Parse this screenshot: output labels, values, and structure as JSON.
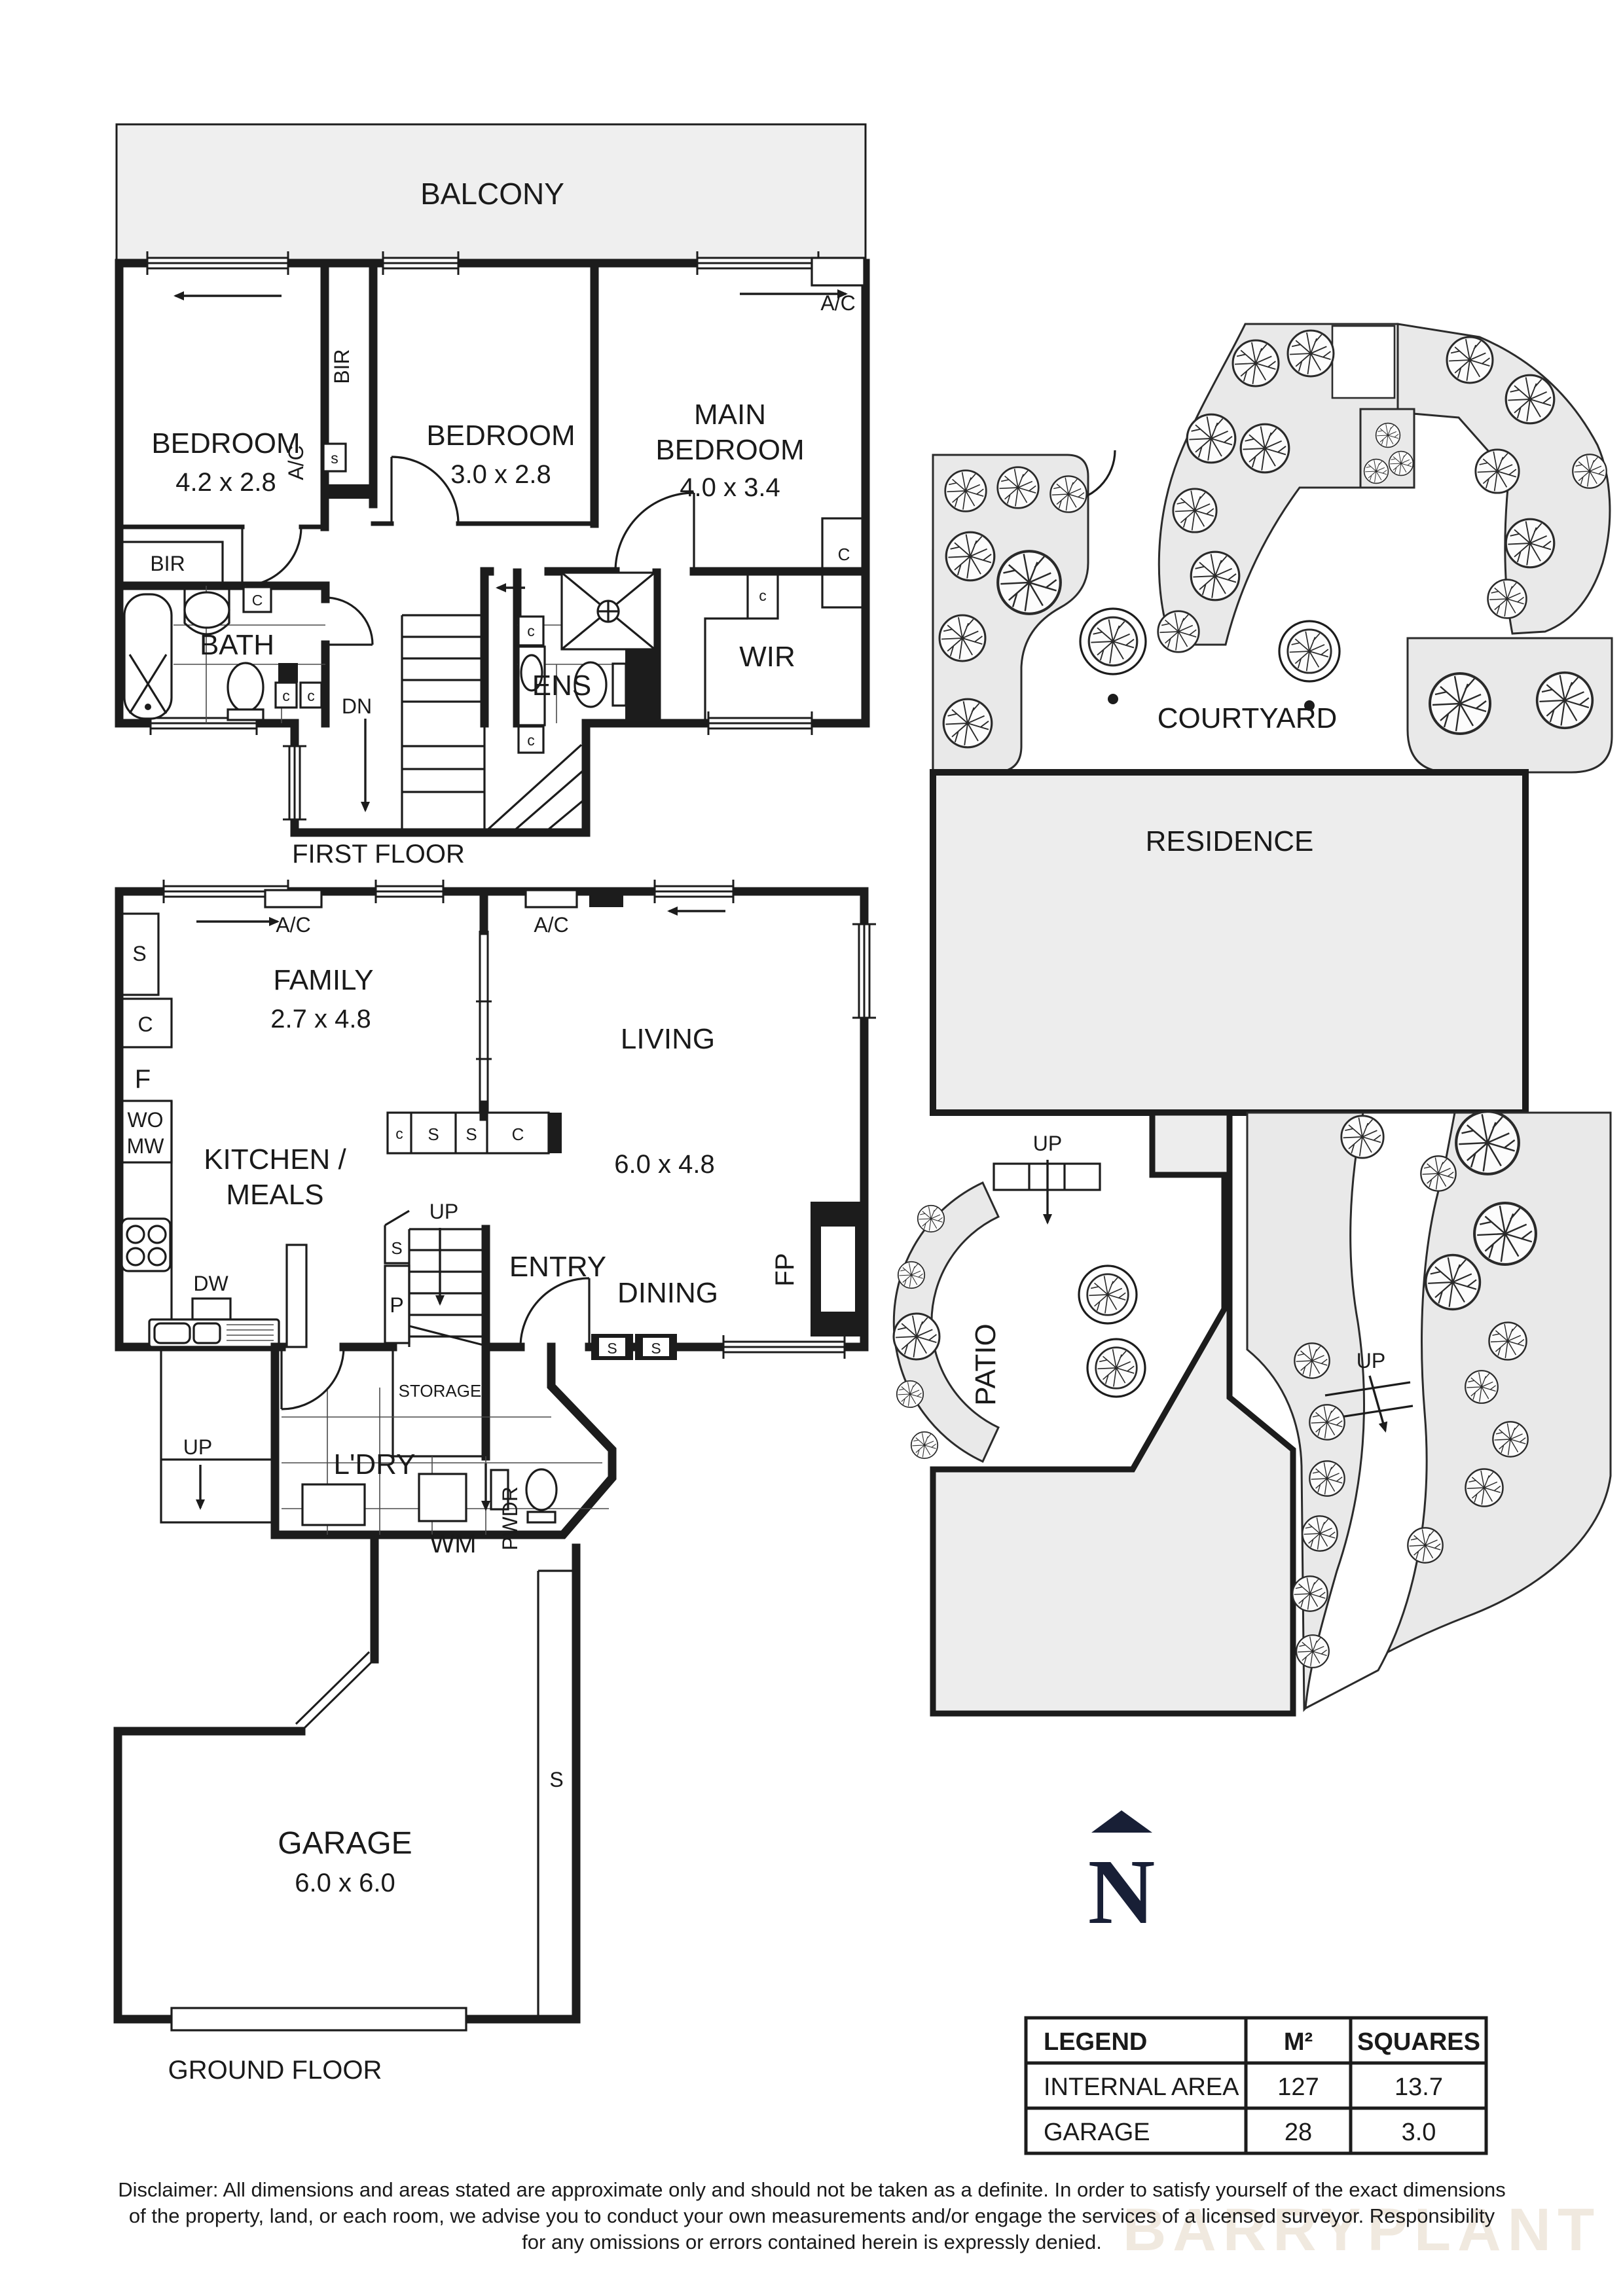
{
  "floor_plan": {
    "first_floor": {
      "title": "FIRST FLOOR",
      "balcony": "BALCONY",
      "bedroom1": {
        "name": "BEDROOM",
        "dims": "4.2 x 2.8"
      },
      "bedroom2": {
        "name": "BEDROOM",
        "dims": "3.0 x 2.8"
      },
      "main_bedroom": {
        "line1": "MAIN",
        "line2": "BEDROOM",
        "dims": "4.0 x 3.4"
      },
      "bath": "BATH",
      "ens": "ENS",
      "wir": "WIR",
      "bir": "BIR",
      "dn": "DN"
    },
    "ground_floor": {
      "title": "GROUND FLOOR",
      "family": {
        "name": "FAMILY",
        "dims": "2.7 x 4.8"
      },
      "living": {
        "name": "LIVING",
        "dims": "6.0 x 4.8"
      },
      "dining": "DINING",
      "entry": "ENTRY",
      "kitchen": {
        "line1": "KITCHEN /",
        "line2": "MEALS"
      },
      "storage": "STORAGE",
      "laundry": "L'DRY",
      "powder": "PWDR",
      "garage": {
        "name": "GARAGE",
        "dims": "6.0 x 6.0"
      }
    },
    "site": {
      "courtyard": "COURTYARD",
      "residence": "RESIDENCE",
      "patio": "PATIO",
      "up": "UP"
    },
    "small_labels": {
      "ac": "A/C",
      "c": "C",
      "c_lower": "c",
      "s": "S",
      "s_lower": "s",
      "p": "P",
      "f": "F",
      "wo": "WO",
      "mw": "MW",
      "dw": "DW",
      "wm": "WM",
      "fp": "FP",
      "up": "UP"
    }
  },
  "north_label": "N",
  "legend": {
    "headers": [
      "LEGEND",
      "M²",
      "SQUARES"
    ],
    "rows": [
      [
        "INTERNAL AREA",
        "127",
        "13.7"
      ],
      [
        "GARAGE",
        "28",
        "3.0"
      ]
    ]
  },
  "disclaimer": [
    "Disclaimer: All dimensions and areas stated are approximate only and should not be taken as a definite. In order to satisfy yourself of the exact dimensions",
    "of the property, land, or each room, we advise you to conduct your own measurements and/or engage the services of a licensed surveyor. Responsibility",
    "for any omissions or errors contained herein is expressly denied."
  ],
  "watermark": "BARRYPLANT"
}
